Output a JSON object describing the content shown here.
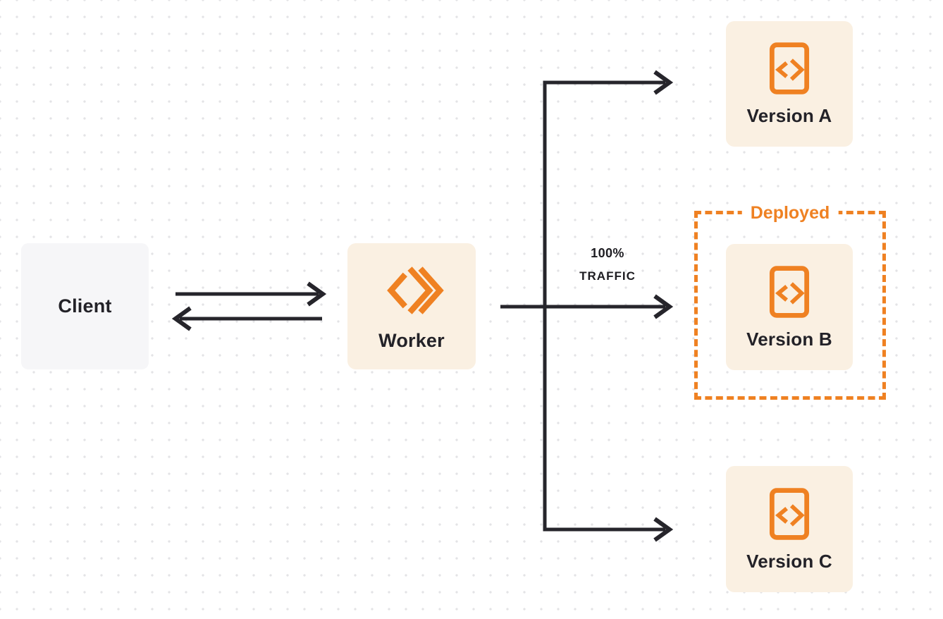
{
  "colors": {
    "accent_orange": "#EF8122",
    "node_cream": "#FAF0E2",
    "client_gray": "#F6F6F8",
    "arrow_dark": "#26252B",
    "text_dark": "#232228",
    "dot_grid": "#E3E3E6"
  },
  "icons": {
    "worker": "double-chevron-diamond-icon",
    "version": "code-file-icon"
  },
  "nodes": {
    "client": {
      "label": "Client"
    },
    "worker": {
      "label": "Worker"
    }
  },
  "edges": {
    "traffic": {
      "percent": "100%",
      "caption": "TRAFFIC"
    }
  },
  "deployed": {
    "label": "Deployed"
  },
  "versions": [
    {
      "label": "Version A",
      "deployed": false
    },
    {
      "label": "Version B",
      "deployed": true
    },
    {
      "label": "Version C",
      "deployed": false
    }
  ]
}
